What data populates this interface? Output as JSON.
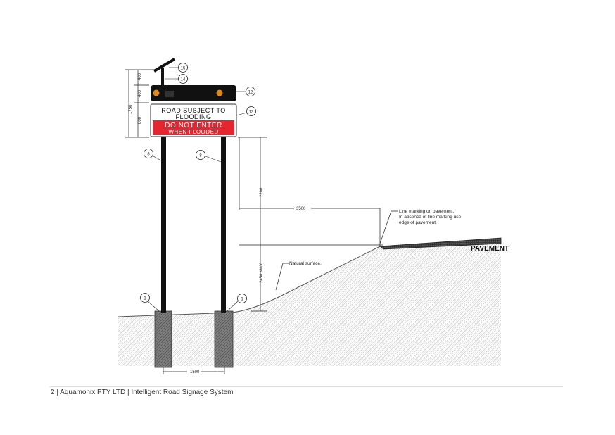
{
  "sign": {
    "line1": "ROAD SUBJECT TO",
    "line2": "FLOODING",
    "line3": "DO NOT ENTER",
    "line4": "WHEN FLOODED"
  },
  "callouts": {
    "c1a": "1",
    "c1b": "1",
    "c8a": "8",
    "c8b": "8",
    "c12": "12",
    "c13": "13",
    "c14": "14",
    "c15": "15"
  },
  "dimensions": {
    "d400a": "400",
    "d400b": "400",
    "d800": "800",
    "d1750": "1750",
    "d2200": "2200",
    "d3500": "3500",
    "d2450": "2450 MAX",
    "d1500": "1500"
  },
  "notes": {
    "line_marking_1": "Line marking on pavement.",
    "line_marking_2": "In absence of line marking use",
    "line_marking_3": "edge of pavement.",
    "natural_surface": "Natural surface.",
    "pavement": "PAVEMENT"
  },
  "footer": {
    "text": "2 | Aquamonix PTY LTD | Intelligent Road Signage System"
  },
  "colors": {
    "sign_red": "#e3262f",
    "beacon_amber": "#e08a1e",
    "post": "#111111",
    "footing": "#6f6f6f",
    "hatch": "#cfcfcf"
  }
}
